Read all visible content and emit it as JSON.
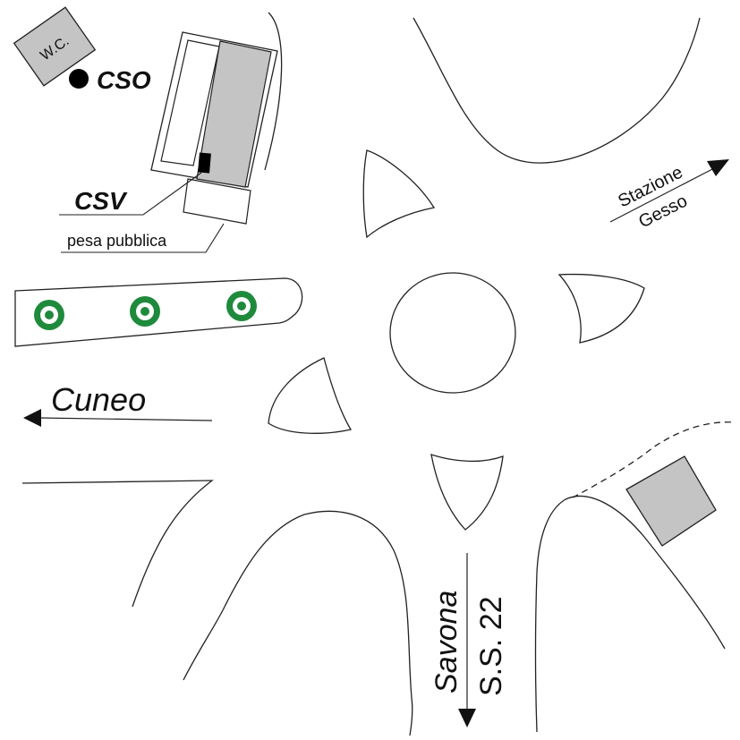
{
  "colors": {
    "line": "#222222",
    "building_fill": "#c4c4c4",
    "tree_green": "#1f8a3c",
    "marker": "#000000"
  },
  "labels": {
    "wc": "W.C.",
    "cso": "CSO",
    "csv": "CSV",
    "pesa": "pesa pubblica",
    "stazione": "Stazione",
    "gesso": "Gesso",
    "cuneo": "Cuneo",
    "savona": "Savona",
    "ss22": "S.S. 22"
  },
  "icons": {
    "tree": "tree-icon",
    "arrow": "arrow-head-icon",
    "marker": "dot-marker-icon"
  }
}
